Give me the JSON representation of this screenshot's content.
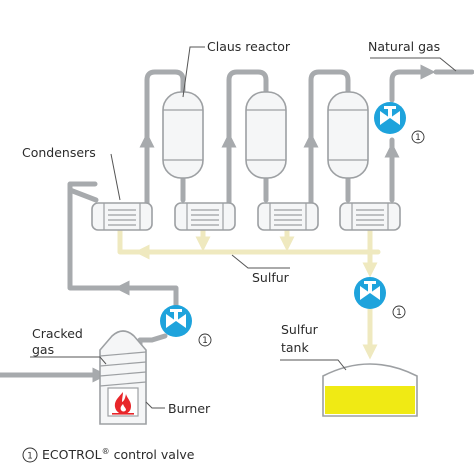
{
  "labels": {
    "claus_reactor": "Claus reactor",
    "natural_gas": "Natural gas",
    "condensers": "Condensers",
    "sulfur": "Sulfur",
    "sulfur_tank_line1": "Sulfur",
    "sulfur_tank_line2": "tank",
    "cracked_gas_line1": "Cracked",
    "cracked_gas_line2": "gas",
    "burner": "Burner"
  },
  "valve_marker": "1",
  "legend": {
    "marker": "1",
    "product": "ECOTROL",
    "registered": "®",
    "suffix": "control valve"
  },
  "colors": {
    "pipe": "#a7aaad",
    "sulfur_line": "#efe9bf",
    "valve": "#1ea3dc",
    "tank_fill": "#f0ea14",
    "flame": "#e8262a"
  },
  "icons": {
    "valve": "control-valve-icon",
    "flame": "flame-icon"
  }
}
